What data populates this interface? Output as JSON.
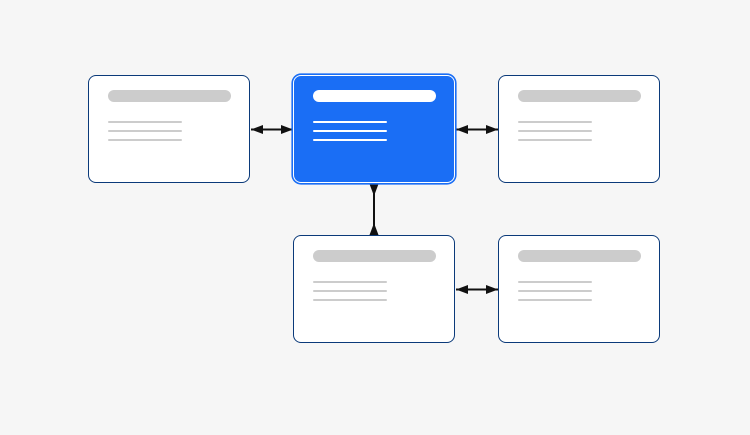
{
  "diagram": {
    "selected_node": "center-node",
    "colors": {
      "background": "#f6f6f6",
      "card_border": "#0b3a7a",
      "card_fill": "#ffffff",
      "selected_fill": "#1a6ef5",
      "placeholder": "#cccccc",
      "connector": "#111111"
    },
    "nodes": [
      {
        "id": "left-node",
        "selected": false
      },
      {
        "id": "center-node",
        "selected": true
      },
      {
        "id": "right-node",
        "selected": false
      },
      {
        "id": "bottom-middle-node",
        "selected": false
      },
      {
        "id": "bottom-right-node",
        "selected": false
      }
    ],
    "edges": [
      {
        "from": "left-node",
        "to": "center-node",
        "end_markers": "diamond-both"
      },
      {
        "from": "center-node",
        "to": "right-node",
        "end_markers": "diamond-both"
      },
      {
        "from": "center-node",
        "to": "bottom-middle-node",
        "end_markers": "diamond-both"
      },
      {
        "from": "bottom-middle-node",
        "to": "bottom-right-node",
        "end_markers": "diamond-both"
      }
    ]
  }
}
